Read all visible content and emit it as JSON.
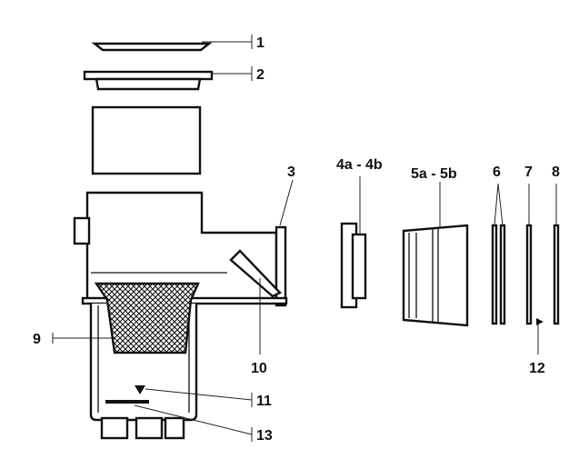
{
  "diagram": {
    "labels": {
      "l1": "1",
      "l2": "2",
      "l3": "3",
      "l4": "4a - 4b",
      "l5": "5a - 5b",
      "l6": "6",
      "l7": "7",
      "l8": "8",
      "l9": "9",
      "l10": "10",
      "l11": "11",
      "l12": "12",
      "l13": "13"
    },
    "colors": {
      "ink": "#111111",
      "background": "#ffffff"
    }
  }
}
